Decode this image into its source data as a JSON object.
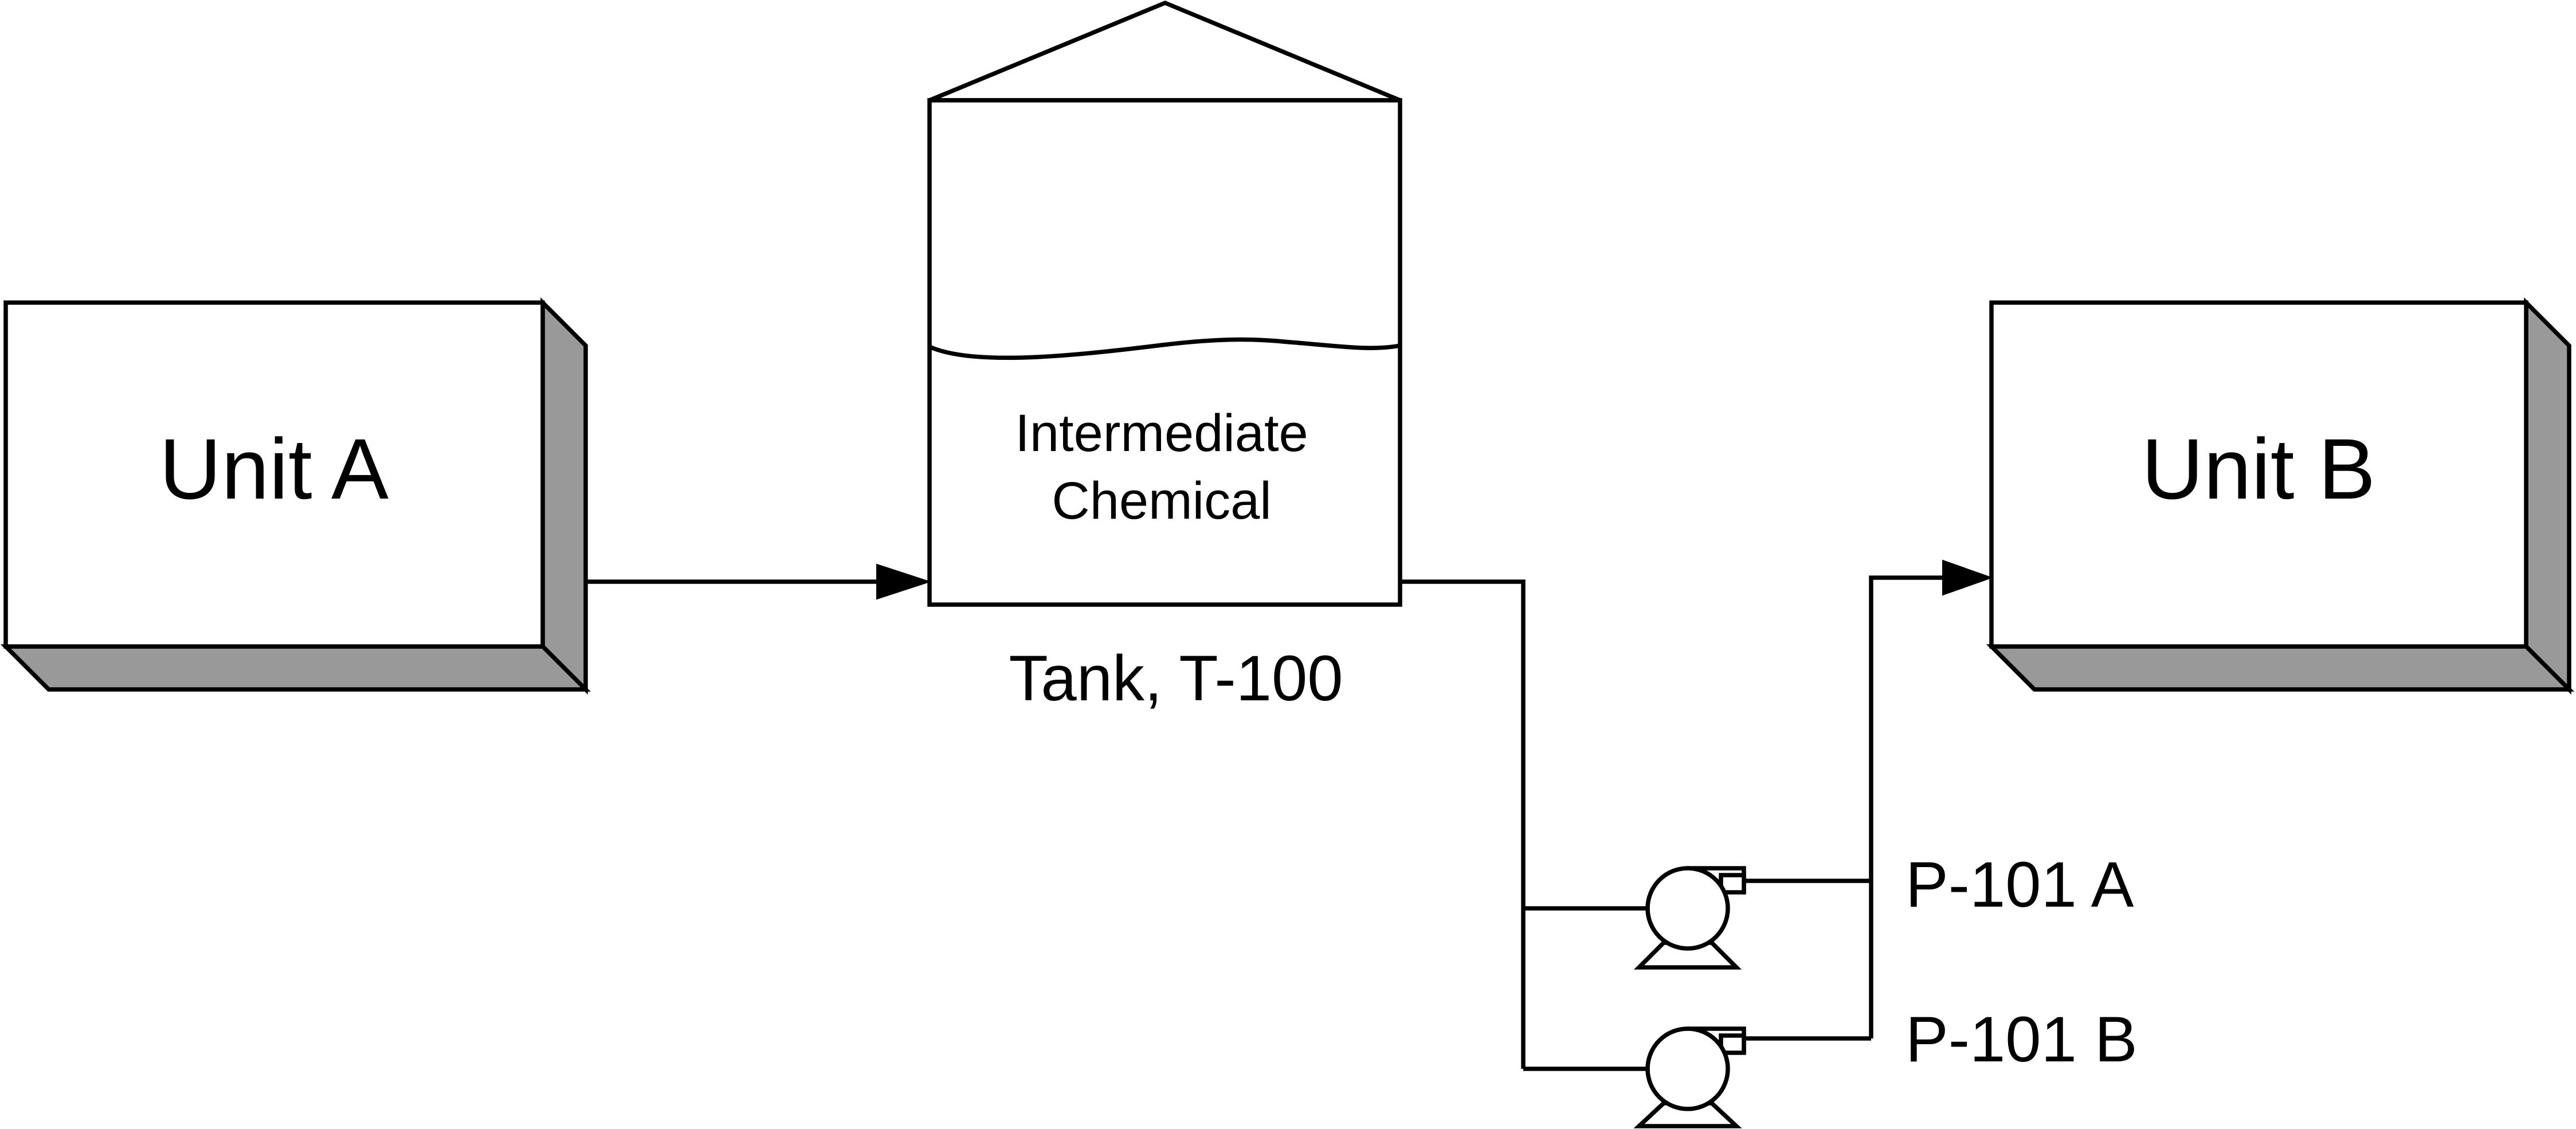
{
  "units": {
    "unit_a": {
      "label": "Unit A"
    },
    "unit_b": {
      "label": "Unit B"
    }
  },
  "tank": {
    "contents_line1": "Intermediate",
    "contents_line2": "Chemical",
    "caption": "Tank, T-100"
  },
  "pumps": {
    "pump_a": {
      "label": "P-101 A"
    },
    "pump_b": {
      "label": "P-101 B"
    }
  },
  "colors": {
    "line": "#000000",
    "shade": "#999999",
    "fill": "#ffffff"
  },
  "icons": [
    "arrowhead-icon",
    "pump-icon"
  ]
}
